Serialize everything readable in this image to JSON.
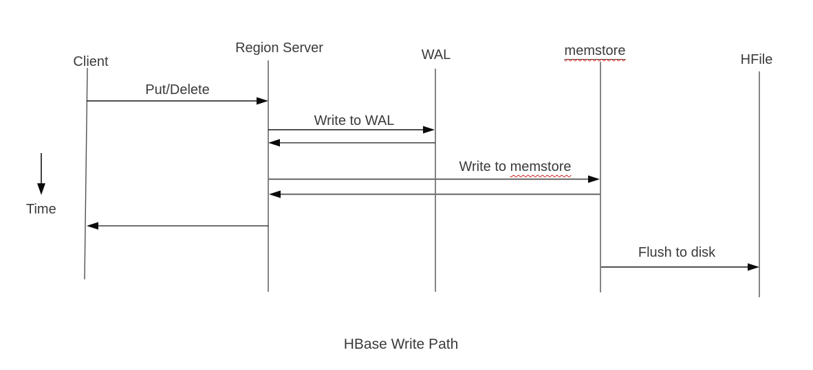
{
  "title": "HBase Write Path",
  "time_axis": {
    "label": "Time"
  },
  "actors": [
    {
      "name": "Client"
    },
    {
      "name": "Region Server"
    },
    {
      "name": "WAL"
    },
    {
      "name": "memstore",
      "underlined": true,
      "spellcheck_squiggle": true
    },
    {
      "name": "HFile"
    }
  ],
  "messages": [
    {
      "label": "Put/Delete",
      "from": "Client",
      "to": "Region Server"
    },
    {
      "label": "Write to WAL",
      "from": "Region Server",
      "to": "WAL"
    },
    {
      "label": "",
      "from": "WAL",
      "to": "Region Server"
    },
    {
      "label_prefix": "Write to ",
      "label_word": "memstore",
      "from": "Region Server",
      "to": "memstore",
      "spellcheck_squiggle": true
    },
    {
      "label": "",
      "from": "memstore",
      "to": "Region Server"
    },
    {
      "label": "",
      "from": "Region Server",
      "to": "Client"
    },
    {
      "label": "Flush to disk",
      "from": "memstore",
      "to": "HFile"
    }
  ],
  "colors": {
    "text": "#3a3a3a",
    "line": "#161616",
    "lifeline": "#4f4f4f",
    "soft-line": "#747474",
    "squiggle": "#cc1b1b"
  }
}
